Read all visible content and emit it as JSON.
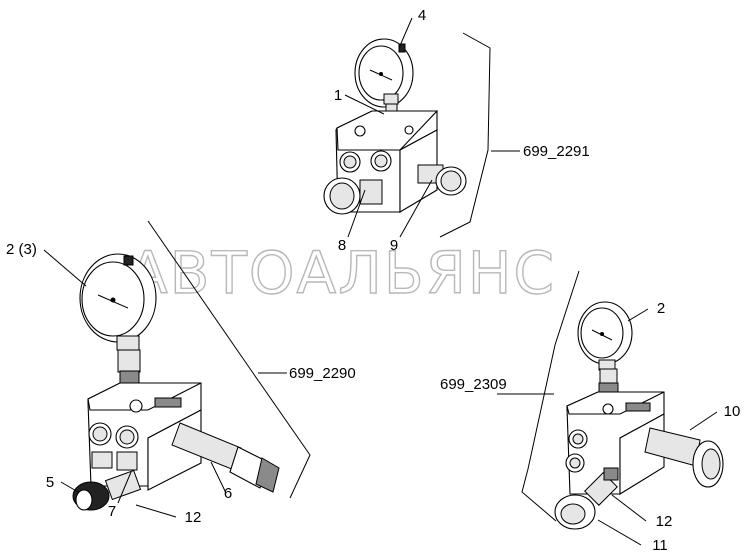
{
  "watermark": "АВТОАЛЬЯНС",
  "assemblies": [
    {
      "code": "699_2291"
    },
    {
      "code": "699_2290"
    },
    {
      "code": "699_2309"
    }
  ],
  "callouts": {
    "c1": "1",
    "c2a": "2 (3)",
    "c2b": "2",
    "c4": "4",
    "c5": "5",
    "c6": "6",
    "c7": "7",
    "c8": "8",
    "c9": "9",
    "c10": "10",
    "c11": "11",
    "c12a": "12",
    "c12b": "12"
  }
}
